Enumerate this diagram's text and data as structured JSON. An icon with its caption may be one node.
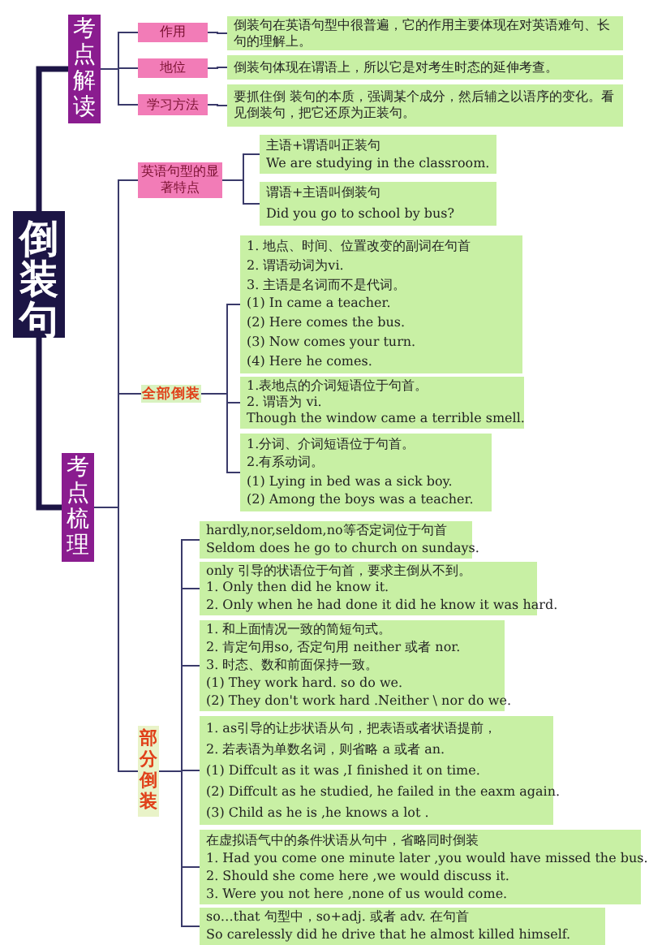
{
  "diagram": {
    "nodes": [
      {
        "text": [
          "倒装句"
        ]
      },
      {
        "text": [
          "考点解读"
        ]
      },
      {
        "text": [
          "作用"
        ]
      },
      {
        "text": [
          "倒装句在英语句型中很普遍，它的作用主要体现在对英语难句、长句的理解上。"
        ]
      },
      {
        "text": [
          "地位"
        ]
      },
      {
        "text": [
          "倒装句体现在谓语上，所以它是对考生时态的延伸考查。"
        ]
      },
      {
        "text": [
          "学习方法"
        ]
      },
      {
        "text": [
          "要抓住倒 装句的本质，强调某个成分，然后辅之以语序的变化。看见倒装句，把它还原为正装句。"
        ]
      },
      {
        "text": [
          "考点梳理"
        ]
      },
      {
        "text": [
          "英语句型的显著特点"
        ]
      },
      {
        "text": [
          "主语+谓语叫正装句",
          "We are studying in the classroom."
        ]
      },
      {
        "text": [
          "谓语+主语叫倒装句",
          "Did you go to school by bus?"
        ]
      },
      {
        "text": [
          "全部倒装"
        ]
      },
      {
        "text": [
          "1. 地点、时间、位置改变的副词在句首",
          "2. 谓语动词为vi.",
          "3. 主语是名词而不是代词。",
          "(1) In came a teacher.",
          "(2) Here comes the bus.",
          "(3) Now comes your turn.",
          "(4) Here he comes."
        ]
      },
      {
        "text": [
          "1.表地点的介词短语位于句首。",
          "2. 谓语为 vi.",
          "Though the window came a terrible smell."
        ]
      },
      {
        "text": [
          "1.分词、介词短语位于句首。",
          "2.有系动词。",
          "(1) Lying in bed was a sick boy.",
          "(2) Among the boys was a teacher."
        ]
      },
      {
        "text": [
          "部分倒装"
        ]
      },
      {
        "text": [
          "hardly,nor,seldom,no等否定词位于句首",
          "Seldom does he go to church on sundays."
        ]
      },
      {
        "text": [
          "only 引导的状语位于句首，要求主倒从不到。",
          "1. Only then did he know it.",
          "2. Only when he had done it did he know it was hard."
        ]
      },
      {
        "text": [
          "1. 和上面情况一致的简短句式。",
          "2. 肯定句用so, 否定句用 neither 或者 nor.",
          "3. 时态、数和前面保持一致。",
          "(1) They work hard. so do we.",
          "(2) They don't work hard .Neither \\ nor do we."
        ]
      },
      {
        "text": [
          "1. as引导的让步状语从句，把表语或者状语提前，",
          "2. 若表语为单数名词，则省略 a 或者 an.",
          "(1) Diffcult as it was ,I finished it on time.",
          "(2) Diffcult as he studied, he failed in the eaxm again.",
          "(3) Child as he is ,he knows a lot ."
        ]
      },
      {
        "text": [
          "在虚拟语气中的条件状语从句中，省略同时倒装",
          "1. Had you come one minute later ,you would have missed the bus.",
          "2. Should she come here ,we would discuss it.",
          "3. Were you not here ,none of us would come."
        ]
      },
      {
        "text": [
          "so…that 句型中，so+adj. 或者 adv. 在句首",
          "So carelessly did he drive that he almost killed himself."
        ]
      }
    ],
    "edges": [
      {
        "from": 0,
        "to": 1,
        "arrow": "none",
        "style": "thick"
      },
      {
        "from": 0,
        "to": 8,
        "arrow": "none",
        "style": "thick"
      },
      {
        "from": 1,
        "to": 2,
        "arrow": "none"
      },
      {
        "from": 1,
        "to": 4,
        "arrow": "none"
      },
      {
        "from": 1,
        "to": 6,
        "arrow": "none"
      },
      {
        "from": 2,
        "to": 3,
        "arrow": "none"
      },
      {
        "from": 4,
        "to": 5,
        "arrow": "none"
      },
      {
        "from": 6,
        "to": 7,
        "arrow": "none"
      },
      {
        "from": 8,
        "to": 9,
        "arrow": "none"
      },
      {
        "from": 8,
        "to": 12,
        "arrow": "none"
      },
      {
        "from": 8,
        "to": 16,
        "arrow": "none"
      },
      {
        "from": 9,
        "to": 10,
        "arrow": "none"
      },
      {
        "from": 9,
        "to": 11,
        "arrow": "none"
      },
      {
        "from": 12,
        "to": 13,
        "arrow": "none"
      },
      {
        "from": 12,
        "to": 14,
        "arrow": "none"
      },
      {
        "from": 12,
        "to": 15,
        "arrow": "none"
      },
      {
        "from": 16,
        "to": 17,
        "arrow": "none"
      },
      {
        "from": 16,
        "to": 18,
        "arrow": "none"
      },
      {
        "from": 16,
        "to": 19,
        "arrow": "none"
      },
      {
        "from": 16,
        "to": 20,
        "arrow": "none"
      },
      {
        "from": 16,
        "to": 21,
        "arrow": "none"
      },
      {
        "from": 16,
        "to": 22,
        "arrow": "none"
      }
    ]
  }
}
